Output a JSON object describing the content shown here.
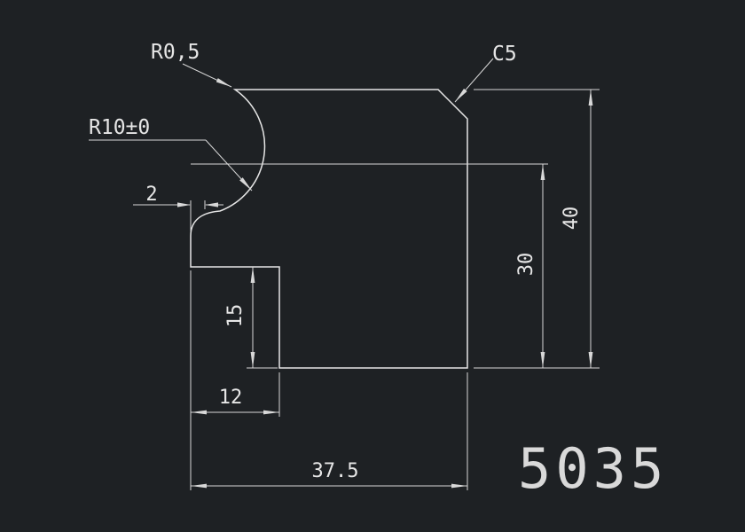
{
  "app": {
    "background": "#1e2124",
    "line_color": "#e6e6e6",
    "text_color": "#e6e6e6"
  },
  "annotations": {
    "radius_top": "R0,5",
    "radius_cove": "R10±0",
    "chamfer": "C5",
    "dim_offset": "2",
    "dim_step_height": "15",
    "dim_step_width": "12",
    "dim_total_width": "37.5",
    "dim_cove_height": "30",
    "dim_total_height": "40",
    "part_number": "5035"
  }
}
